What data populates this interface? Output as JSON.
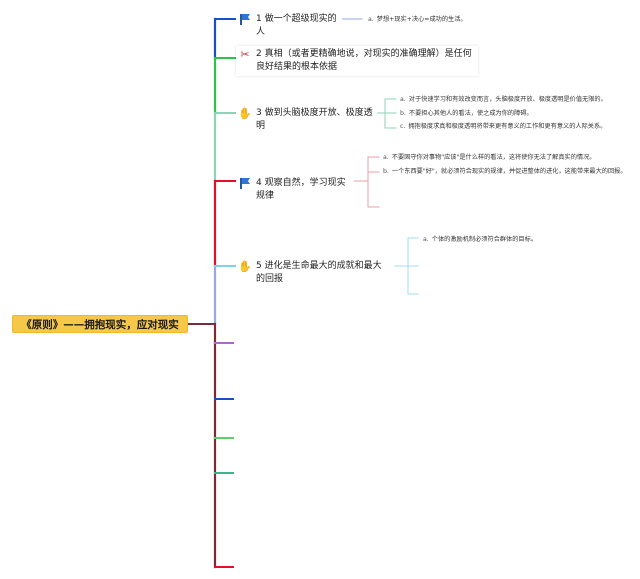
{
  "root": {
    "label": "《原则》——拥抱现实，应对现实"
  },
  "branches": [
    {
      "icon": "flag-icon",
      "label": "1 做一个超级现实的人",
      "color": "#1d4fc4"
    },
    {
      "icon": "tools-icon",
      "label": "2 真相（或者更精确地说，对现实的准确理解）是任何良好结果的根本依据",
      "color": "#2ec24a"
    },
    {
      "icon": "hands-icon",
      "label": "3 做到头脑极度开放、极度透明",
      "color": "#8fd3b6"
    },
    {
      "icon": "flag-icon",
      "label": "4 观察自然，学习现实规律",
      "color": "#e0102a"
    },
    {
      "icon": "hands-icon",
      "label": "5 进化是生命最大的成就和最大的回报",
      "color": "#7fd0ee"
    }
  ],
  "notes": {
    "b1": [
      {
        "marker": "a.",
        "text": "梦想+现实+决心=成功的生活。"
      }
    ],
    "b3": [
      {
        "marker": "a.",
        "text": "对于快速学习和有效改变而言，头脑极度开放、极度透明是价值无限的。"
      },
      {
        "marker": "b.",
        "text": "不要担心其他人的看法，使之成为你的障碍。"
      },
      {
        "marker": "c.",
        "text": "拥抱极度求真和极度透明将带来更有意义的工作和更有意义的人际关系。"
      }
    ],
    "b4": [
      {
        "marker": "a.",
        "text": "不要固守你对事物\"应该\"是什么样的看法，这将使你无法了解真实的情况。"
      },
      {
        "marker": "b.",
        "text": "一个东西要\"好\"，就必须符合现实的规律，并促进整体的进化，这能带来最大的回报。"
      }
    ],
    "b5": [
      {
        "marker": "a.",
        "text": "个体的激励机制必须符合群体的目标。"
      }
    ]
  },
  "spine_colors": [
    "#1d4fc4",
    "#2ec24a",
    "#8fd3b6",
    "#e0102a",
    "#7fd0ee",
    "#9aa7e0",
    "#7b2a3a",
    "#b067c8",
    "#1d4fc4",
    "#5fcf6a",
    "#3bb58a",
    "#e0102a"
  ]
}
